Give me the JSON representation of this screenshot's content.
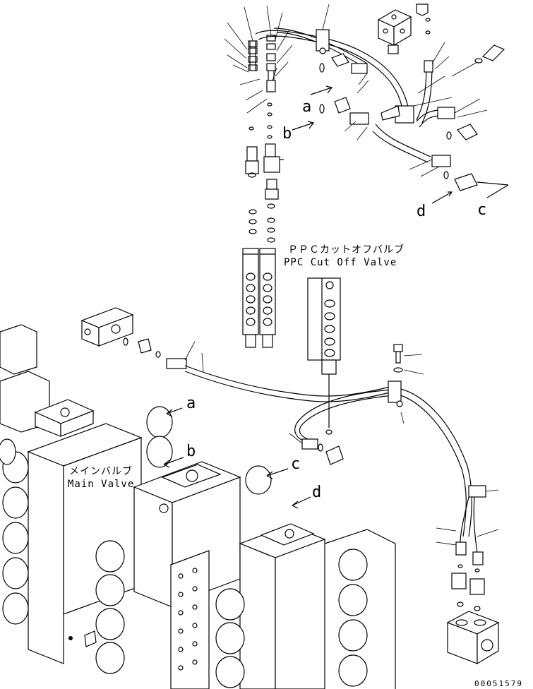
{
  "captions": {
    "ppc_jp": "ＰＰＣカットオフバルブ",
    "ppc_en": "PPC Cut Off Valve",
    "main_jp": "メインバルブ",
    "main_en": "Main Valve"
  },
  "callouts": {
    "a_top": "a",
    "b_top": "b",
    "c_top": "c",
    "d_top": "d",
    "a_main": "a",
    "b_main": "b",
    "c_main": "c",
    "d_main": "d"
  },
  "part_id": "00051579"
}
